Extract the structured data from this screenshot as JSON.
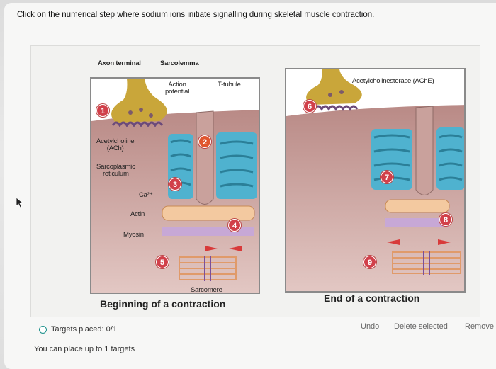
{
  "prompt": "Click on the numerical step where sodium ions initiate signalling during skeletal muscle contraction.",
  "labels": {
    "axon_terminal": "Axon terminal",
    "sarcolemma": "Sarcolemma",
    "action_potential_1": "Action",
    "action_potential_2": "potential",
    "t_tubule": "T-tubule",
    "acetylcholine_1": "Acetylcholine",
    "acetylcholine_2": "(ACh)",
    "sarcoplasmic_1": "Sarcoplasmic",
    "sarcoplasmic_2": "reticulum",
    "calcium": "Ca²⁺",
    "actin": "Actin",
    "myosin": "Myosin",
    "sarcomere": "Sarcomere",
    "ache": "Acetylcholinesterase (AChE)"
  },
  "captions": {
    "left": "Beginning of a contraction",
    "right": "End of a contraction"
  },
  "steps": [
    "1",
    "2",
    "3",
    "4",
    "5",
    "6",
    "7",
    "8",
    "9"
  ],
  "footer": {
    "targets_placed": "Targets placed: 0/1",
    "limit_note": "You can place up to 1 targets"
  },
  "actions": {
    "undo": "Undo",
    "delete_selected": "Delete selected",
    "remove": "Remove"
  },
  "colors": {
    "marker_red": "#d1404a",
    "marker_orange": "#e0552f",
    "muscle": "#c9a19c",
    "sr": "#4fb2cf",
    "terminal": "#c9a63a",
    "radio": "#1a8f8a"
  }
}
